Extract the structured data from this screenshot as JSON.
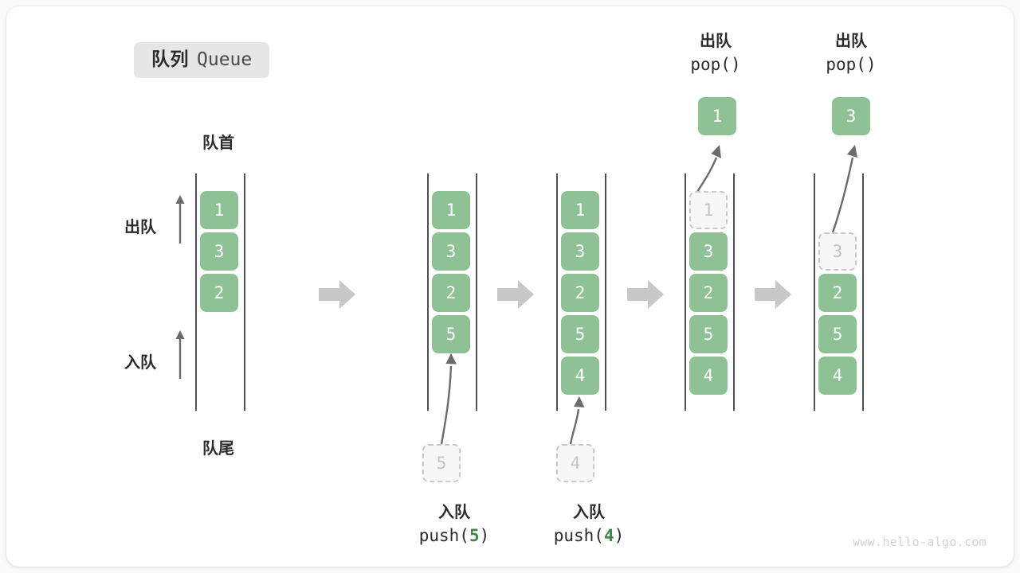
{
  "title": {
    "cn": "队列",
    "en": "Queue"
  },
  "labels": {
    "front": "队首",
    "rear": "队尾",
    "dequeue": "出队",
    "enqueue": "入队"
  },
  "watermark": "www.hello-algo.com",
  "colors": {
    "element": "#8ec194",
    "ghost_fill": "#f7f7f7",
    "ghost_border": "#c9c9c9",
    "rail": "#4f4f4f",
    "arrow": "#6b6b6b",
    "stage_arrow": "#c8c8c8",
    "accent_number": "#3a8a3f",
    "badge_bg": "#e6e6e6"
  },
  "stages": [
    {
      "id": "initial",
      "op_line1": "",
      "op_line2": "",
      "op_value": "",
      "items": [
        "1",
        "3",
        "2"
      ],
      "ghost": null,
      "popped": null
    },
    {
      "id": "push-5",
      "op_line1": "入队",
      "op_line2_prefix": "push(",
      "op_value": "5",
      "op_line2_suffix": ")",
      "items": [
        "1",
        "3",
        "2",
        "5"
      ],
      "ghost": "5",
      "popped": null
    },
    {
      "id": "push-4",
      "op_line1": "入队",
      "op_line2_prefix": "push(",
      "op_value": "4",
      "op_line2_suffix": ")",
      "items": [
        "1",
        "3",
        "2",
        "5",
        "4"
      ],
      "ghost": "4",
      "popped": null
    },
    {
      "id": "pop-1",
      "op_line1": "出队",
      "op_line2_prefix": "pop(",
      "op_value": "",
      "op_line2_suffix": ")",
      "items": [
        "3",
        "2",
        "5",
        "4"
      ],
      "ghost": "1",
      "popped": "1"
    },
    {
      "id": "pop-3",
      "op_line1": "出队",
      "op_line2_prefix": "pop(",
      "op_value": "",
      "op_line2_suffix": ")",
      "items": [
        "2",
        "5",
        "4"
      ],
      "ghost": "3",
      "popped": "3"
    }
  ]
}
